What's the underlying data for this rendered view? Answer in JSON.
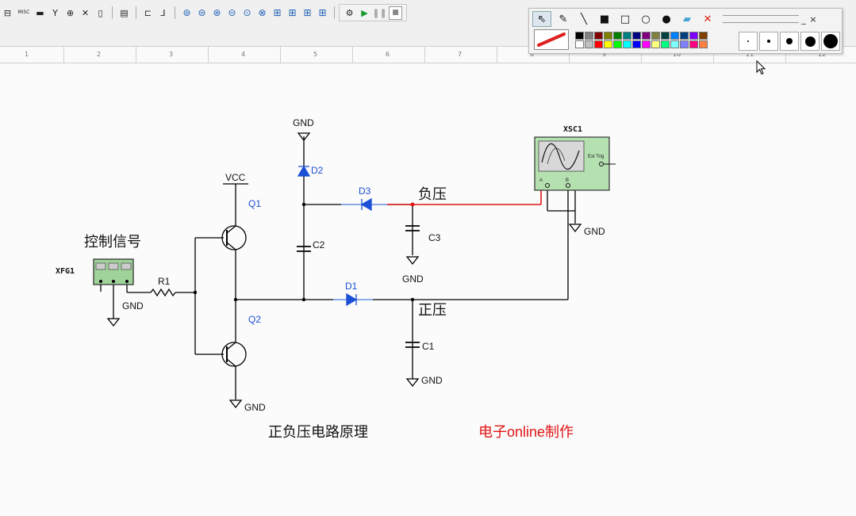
{
  "toolbar": {
    "misc_label": "MISC"
  },
  "ruler": {
    "labels": [
      "1",
      "2",
      "3",
      "4",
      "5",
      "6",
      "7",
      "8",
      "9",
      "10",
      "11",
      "12"
    ]
  },
  "schematic": {
    "control_signal_label": "控制信号",
    "xfg1_label": "XFG1",
    "gnd_xfg": "GND",
    "r1_label": "R1",
    "vcc_label": "VCC",
    "q1_label": "Q1",
    "q2_label": "Q2",
    "gnd_q2": "GND",
    "gnd_top": "GND",
    "d2_label": "D2",
    "d3_label": "D3",
    "c2_label": "C2",
    "negative_label": "负压",
    "c3_label": "C3",
    "gnd_c3": "GND",
    "d1_label": "D1",
    "positive_label": "正压",
    "c1_label": "C1",
    "gnd_c1": "GND",
    "xsc1_label": "XSC1",
    "ext_trig_label": "Ext Trig",
    "scope_a": "A",
    "scope_b": "B",
    "gnd_scope": "GND",
    "title": "正负压电路原理",
    "credit": "电子online制作"
  },
  "paint_palette": {
    "colors": [
      "#000000",
      "#808080",
      "#800000",
      "#808000",
      "#008000",
      "#008080",
      "#000080",
      "#800080",
      "#808040",
      "#004040",
      "#0080ff",
      "#004080",
      "#8000ff",
      "#804000",
      "#ffffff",
      "#c0c0c0",
      "#ff0000",
      "#ffff00",
      "#00ff00",
      "#00ffff",
      "#0000ff",
      "#ff00ff",
      "#ffff80",
      "#00ff80",
      "#80ffff",
      "#8080ff",
      "#ff0080",
      "#ff8040"
    ],
    "current_color": "#e02020",
    "accent_schematic_blue": "#1b4fd6",
    "accent_schematic_red": "#e01515"
  }
}
